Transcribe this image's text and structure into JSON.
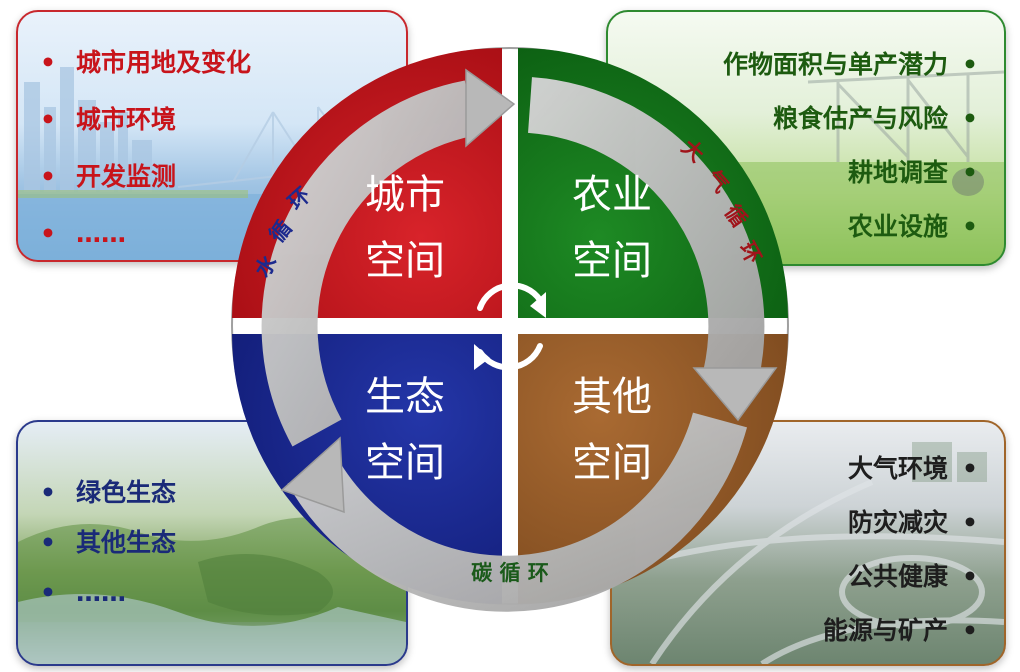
{
  "colors": {
    "urban": "#c8141b",
    "agri": "#1a7a1f",
    "eco": "#1c2a8e",
    "other": "#9a5f2a",
    "ring": "#b8b8b8",
    "water_label": "#1c2a8e",
    "air_label": "#a0141a",
    "carbon_label": "#1a5a1a"
  },
  "quadrants": {
    "urban": {
      "line1": "城市",
      "line2": "空间"
    },
    "agri": {
      "line1": "农业",
      "line2": "空间"
    },
    "eco": {
      "line1": "生态",
      "line2": "空间"
    },
    "other": {
      "line1": "其他",
      "line2": "空间"
    }
  },
  "cycles": {
    "water": [
      "水",
      "循",
      "环"
    ],
    "air": [
      "大",
      "气",
      "循",
      "环"
    ],
    "carbon": "碳 循 环"
  },
  "panels": {
    "top_left": {
      "bullet": "•",
      "items": [
        "城市用地及变化",
        "城市环境",
        "开发监测",
        "……"
      ]
    },
    "top_right": {
      "bullet": "•",
      "items": [
        "作物面积与单产潜力",
        "粮食估产与风险",
        "耕地调查",
        "农业设施"
      ]
    },
    "bottom_left": {
      "bullet": "•",
      "items": [
        "绿色生态",
        "其他生态",
        "……"
      ]
    },
    "bottom_right": {
      "bullet": "•",
      "items": [
        "大气环境",
        "防灾减灾",
        "公共健康",
        "能源与矿产"
      ]
    }
  }
}
